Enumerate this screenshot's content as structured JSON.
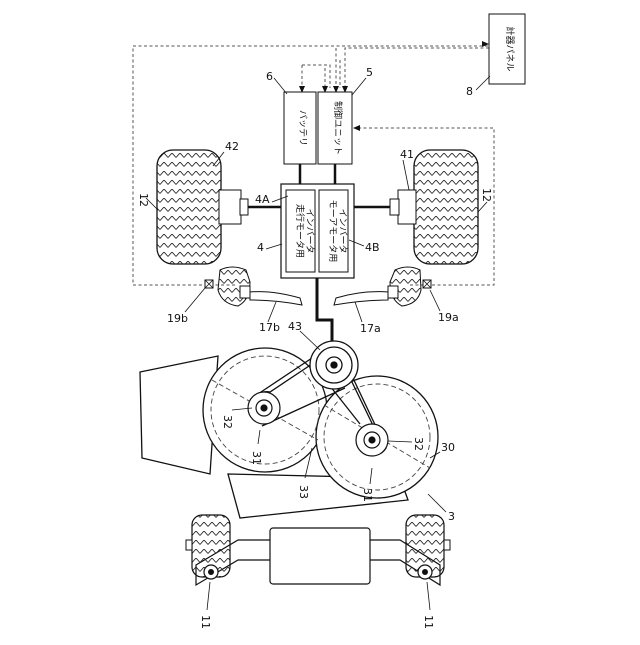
{
  "labels": {
    "meter_panel": "計器パネル",
    "battery": "バッテリ",
    "control_unit": "制御ユニット",
    "travel_inverter_line1": "走行モータ用",
    "travel_inverter_line2": "インバータ",
    "mower_inverter_line1": "モーアモータ用",
    "mower_inverter_line2": "インバータ"
  },
  "refs": {
    "r8": "8",
    "r6": "6",
    "r5": "5",
    "r42": "42",
    "r41": "41",
    "r12_left": "12",
    "r12_right": "12",
    "r4A": "4A",
    "r4": "4",
    "r4B": "4B",
    "r19b": "19b",
    "r19a": "19a",
    "r17b": "17b",
    "r17a": "17a",
    "r43": "43",
    "r32_upper": "32",
    "r32_lower": "32",
    "r31_upper": "31",
    "r31_lower": "31",
    "r30": "30",
    "r33": "33",
    "r3": "3",
    "r11_left": "11",
    "r11_right": "11"
  }
}
